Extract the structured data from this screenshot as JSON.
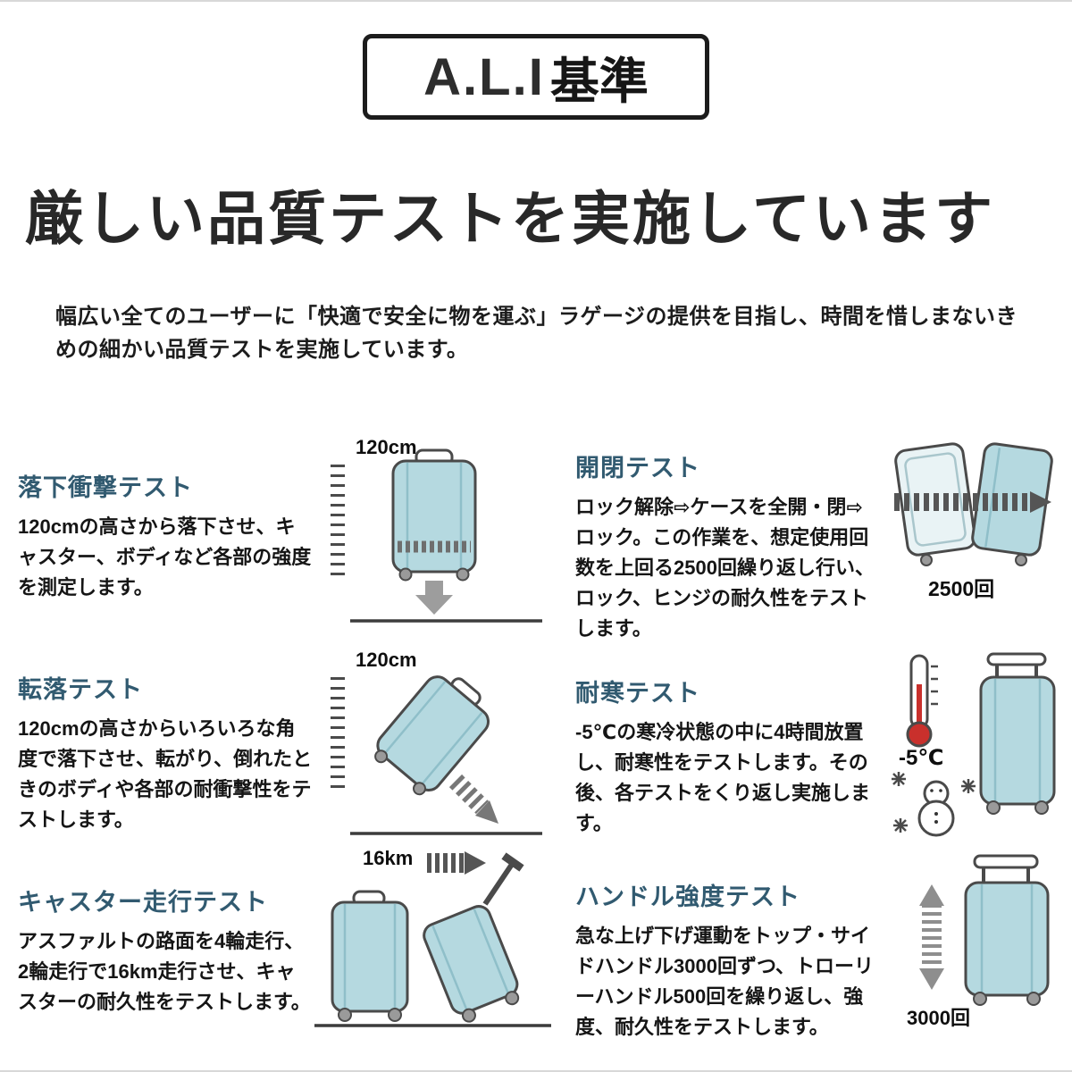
{
  "logo": {
    "brand": "A.L.I",
    "suffix": "基準"
  },
  "heading": "厳しい品質テストを実施しています",
  "intro": "幅広い全てのユーザーに「快適で安全に物を運ぶ」ラゲージの提供を目指し、時間を惜しまないきめの細かい品質テストを実施しています。",
  "tests": [
    {
      "title": "落下衝撃テスト",
      "description": "120cmの高さから落下させ、キャスター、ボディなど各部の強度を測定します。",
      "annotation": "120cm",
      "icon": "suitcase-drop-icon"
    },
    {
      "title": "開閉テスト",
      "description": "ロック解除⇨ケースを全開・閉⇨ロック。この作業を、想定使用回数を上回る2500回繰り返し行い、ロック、ヒンジの耐久性をテストします。",
      "annotation": "2500回",
      "icon": "suitcase-open-close-icon"
    },
    {
      "title": "転落テスト",
      "description": "120cmの高さからいろいろな角度で落下させ、転がり、倒れたときのボディや各部の耐衝撃性をテストします。",
      "annotation": "120cm",
      "icon": "suitcase-tumble-icon"
    },
    {
      "title": "耐寒テスト",
      "description": "-5℃の寒冷状態の中に4時間放置し、耐寒性をテストします。その後、各テストをくり返し実施します。",
      "annotation": "-5℃",
      "icon": "thermometer-snowman-suitcase-icon"
    },
    {
      "title": "キャスター走行テスト",
      "description": "アスファルトの路面を4輪走行、2輪走行で16km走行させ、キャスターの耐久性をテストします。",
      "annotation": "16km",
      "icon": "suitcase-rolling-icon"
    },
    {
      "title": "ハンドル強度テスト",
      "description": "急な上げ下げ運動をトップ・サイドハンドル3000回ずつ、トローリーハンドル500回を繰り返し、強度、耐久性をテストします。",
      "annotation": "3000回",
      "icon": "suitcase-handle-icon"
    }
  ],
  "colors": {
    "title": "#315a70",
    "text": "#151515",
    "suitcase_fill": "#b5d9e0",
    "accent_red": "#c9302c",
    "arrow_gray": "#8e8e8e"
  }
}
